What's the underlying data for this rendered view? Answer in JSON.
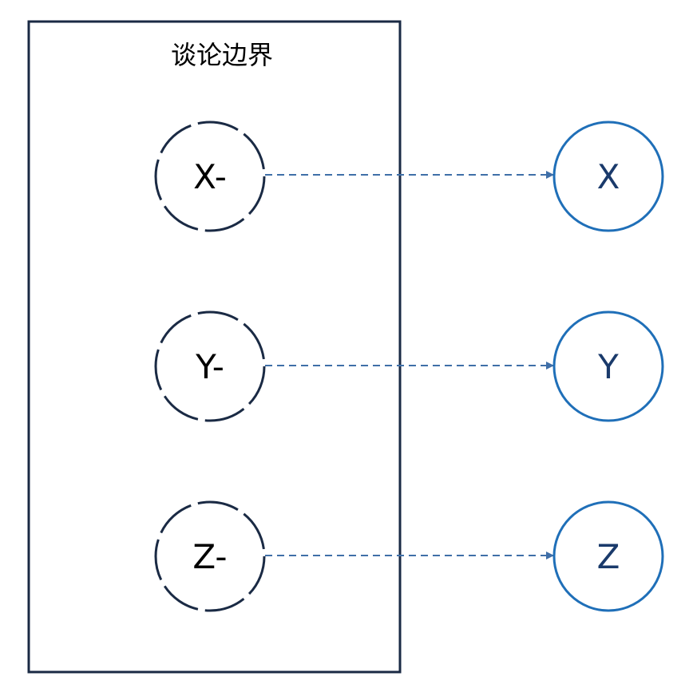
{
  "boundary": {
    "title": "谈论边界"
  },
  "nodes": [
    {
      "inner_label": "X-",
      "outer_label": "X"
    },
    {
      "inner_label": "Y-",
      "outer_label": "Y"
    },
    {
      "inner_label": "Z-",
      "outer_label": "Z"
    }
  ],
  "colors": {
    "boundary_stroke": "#1a2a44",
    "inner_circle_stroke": "#1a2a44",
    "outer_circle_stroke": "#1f6fb8",
    "outer_label": "#1a3a6b",
    "arrow": "#3f6fa8"
  }
}
